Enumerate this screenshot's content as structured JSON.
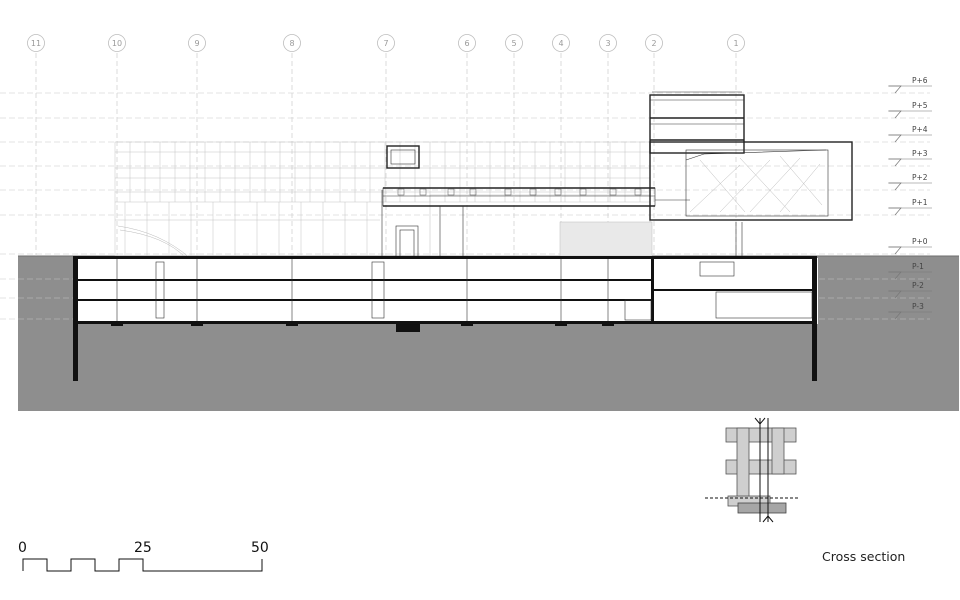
{
  "grid_axes": [
    "11",
    "10",
    "9",
    "8",
    "7",
    "6",
    "5",
    "4",
    "3",
    "2",
    "1"
  ],
  "levels": [
    "P+6",
    "P+5",
    "P+4",
    "P+3",
    "P+2",
    "P+1",
    "P+0",
    "P-1",
    "P-2",
    "P-3"
  ],
  "scale_bar": {
    "labels": [
      "0",
      "25",
      "50"
    ]
  },
  "caption": "Cross section",
  "colors": {
    "ground": "#8e8e8e",
    "section_cut": "#111111",
    "grid": "#c4c4c4",
    "key_plan": "#cfcfcf"
  },
  "icons": {
    "level_marker": "triangle-down-icon",
    "key_plan": "key-plan-icon"
  }
}
